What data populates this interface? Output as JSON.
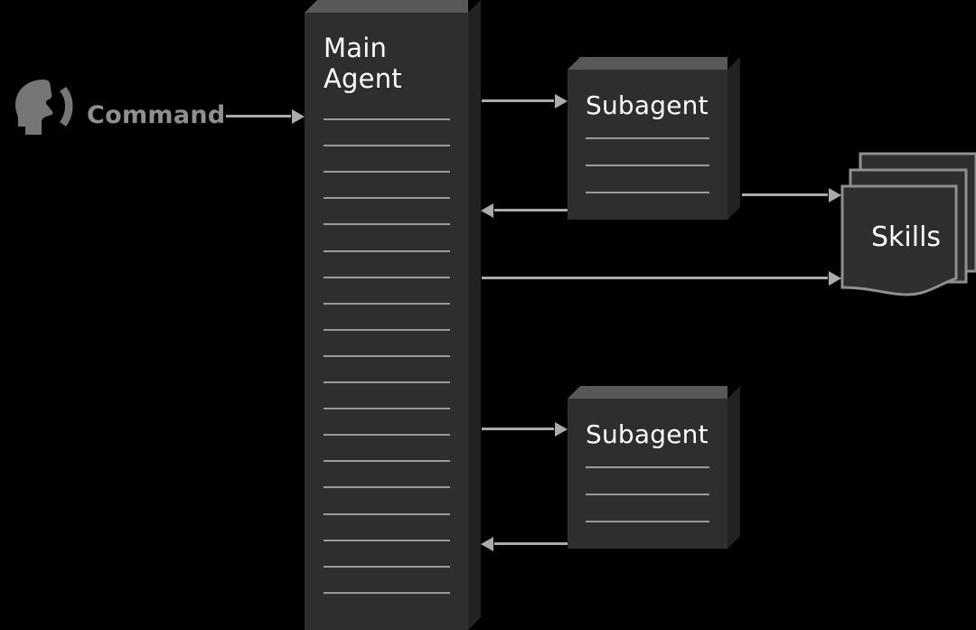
{
  "diagram": {
    "background_color": "#000000",
    "box_face_color": "#2e2e2e",
    "box_top_color": "#585858",
    "box_side_color": "#222222",
    "arrow_color": "#ababab",
    "rule_color": "#9a9a9a",
    "text_color": "#ffffff",
    "command_text_color": "#8f8f8f",
    "person_icon_color": "#767676"
  },
  "actor": {
    "icon_name": "speaking-head-icon",
    "label": "Command"
  },
  "nodes": {
    "main_agent": {
      "title": "Main\nAgent",
      "rule_count": 19
    },
    "subagent_top": {
      "title": "Subagent",
      "rule_count": 3
    },
    "subagent_bottom": {
      "title": "Subagent",
      "rule_count": 3
    },
    "skills": {
      "title": "Skills",
      "stack_layers": 3
    }
  },
  "edges": [
    {
      "id": "command-to-main",
      "from": "Command",
      "to": "Main Agent",
      "direction": "right"
    },
    {
      "id": "main-to-subagent-top",
      "from": "Main Agent",
      "to": "Subagent",
      "direction": "right"
    },
    {
      "id": "subagent-top-to-main",
      "from": "Subagent",
      "to": "Main Agent",
      "direction": "left"
    },
    {
      "id": "subagent-top-to-skills",
      "from": "Subagent",
      "to": "Skills",
      "direction": "right"
    },
    {
      "id": "main-to-skills",
      "from": "Main Agent",
      "to": "Skills",
      "direction": "right"
    },
    {
      "id": "main-to-subagent-bottom",
      "from": "Main Agent",
      "to": "Subagent",
      "direction": "right"
    },
    {
      "id": "subagent-bottom-to-main",
      "from": "Subagent",
      "to": "Main Agent",
      "direction": "left"
    }
  ]
}
